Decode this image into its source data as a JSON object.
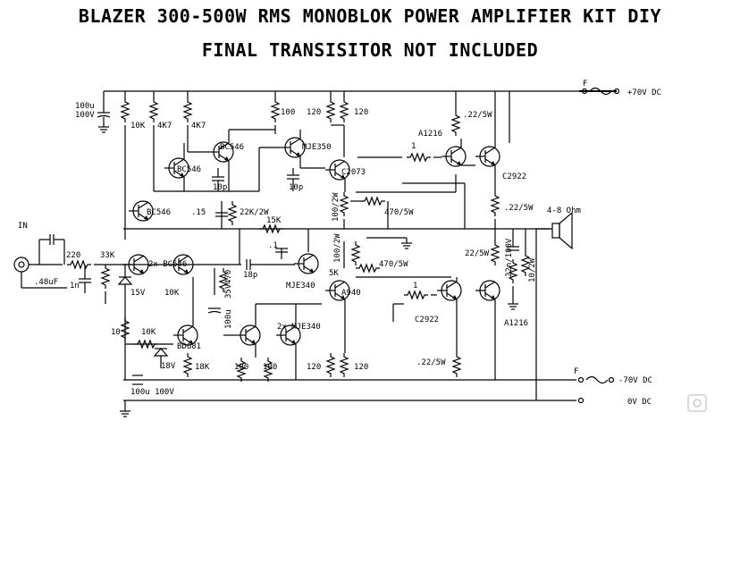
{
  "title_line1": "BLAZER 300-500W RMS MONOBLOK POWER AMPLIFIER KIT DIY",
  "title_line2": "FINAL TRANSISITOR NOT INCLUDED",
  "labels": {
    "c100u_top_a": "100u",
    "c100u_top_b": "100V",
    "r10k_1": "10K",
    "r4k7_1": "4K7",
    "r4k7_2": "4K7",
    "r100_top": "100",
    "r120_1": "120",
    "r120_2": "120",
    "plus70": "+70V DC",
    "fuse_top": "F",
    "r22_top": ".22/5W",
    "a1216_top": "A1216",
    "bc546_1": "BC546",
    "bc546_2": "BC546",
    "bc546_3": "BC546",
    "mje350": "MJE350",
    "c2073": "C2073",
    "r1_top": "1",
    "c2922_top": "C2922",
    "c10p_1": "10p",
    "c10p_2": "10p",
    "r22_mid": ".22/5W",
    "load": "4-8 Ohm",
    "c15": ".15",
    "r22k2w": "22K/2W",
    "r15k": "15K",
    "r100_2w_1": "100/2W",
    "r470_5w_1": "470/5W",
    "in_label": "IN",
    "c1": ".1",
    "r220": "220",
    "r33k": "33K",
    "c48u": ".48uF",
    "c1n": "1n",
    "bc546_2x": "2x BC546",
    "z15v": "15V",
    "r10k_2": "10K",
    "c100u_35v_a": "100u",
    "c100u_35v_b": "35V",
    "r470": "470",
    "c18p": "18p",
    "mje340_1": "MJE340",
    "r5k": "5K",
    "r100_2w_2": "100/2W",
    "r470_5w_2": "470/5W",
    "r22_5w_out": "22/5W",
    "c22n100v": "22n/100V",
    "r10_2w": "10/2W",
    "a940": "A940",
    "r1_bot": "1",
    "c2922_bot": "C2922",
    "a1216_bot": "A1216",
    "r10": "10",
    "r10k_3": "10K",
    "bd681": "BD681",
    "z18v": "18V",
    "mje340_2x": "2x MJE340",
    "r18k": "18K",
    "r100_a": "100",
    "r100_b": "100",
    "r120_3": "120",
    "r120_4": "120",
    "r22_bot": ".22/5W",
    "fuse_bot": "F",
    "minus70": "-70V DC",
    "c100u_bot": "100u 100V",
    "zero_v": "0V DC"
  }
}
